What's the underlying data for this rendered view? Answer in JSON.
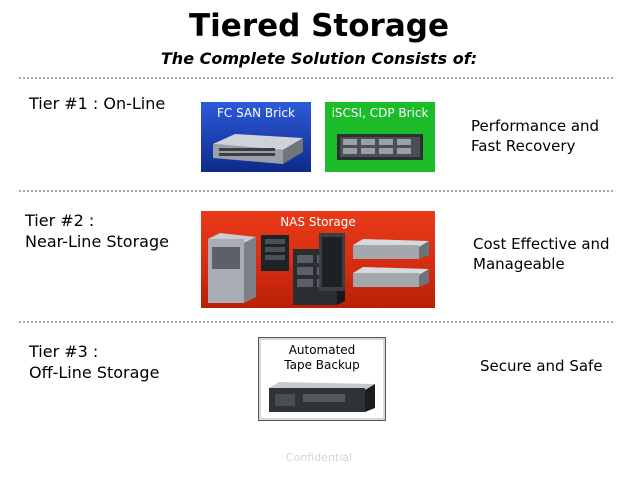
{
  "header": {
    "title": "Tiered Storage",
    "subtitle": "The Complete Solution Consists of:"
  },
  "tiers": [
    {
      "label": "Tier #1 : On-Line",
      "products": [
        "FC SAN Brick",
        "iSCSI, CDP Brick"
      ],
      "description": "Performance and\nFast Recovery"
    },
    {
      "label": "Tier #2 :\nNear-Line Storage",
      "products": [
        "NAS Storage"
      ],
      "description": "Cost Effective and\nManageable"
    },
    {
      "label": "Tier #3 :\nOff-Line Storage",
      "products": [
        "Automated\nTape Backup"
      ],
      "description": "Secure and Safe"
    }
  ],
  "footer": {
    "confidential": "Confidential"
  },
  "colors": {
    "fc_blue": "#1c3fb0",
    "iscsi_green": "#1bbb2a",
    "nas_red": "#d42b10",
    "divider": "#a9a9a9"
  }
}
